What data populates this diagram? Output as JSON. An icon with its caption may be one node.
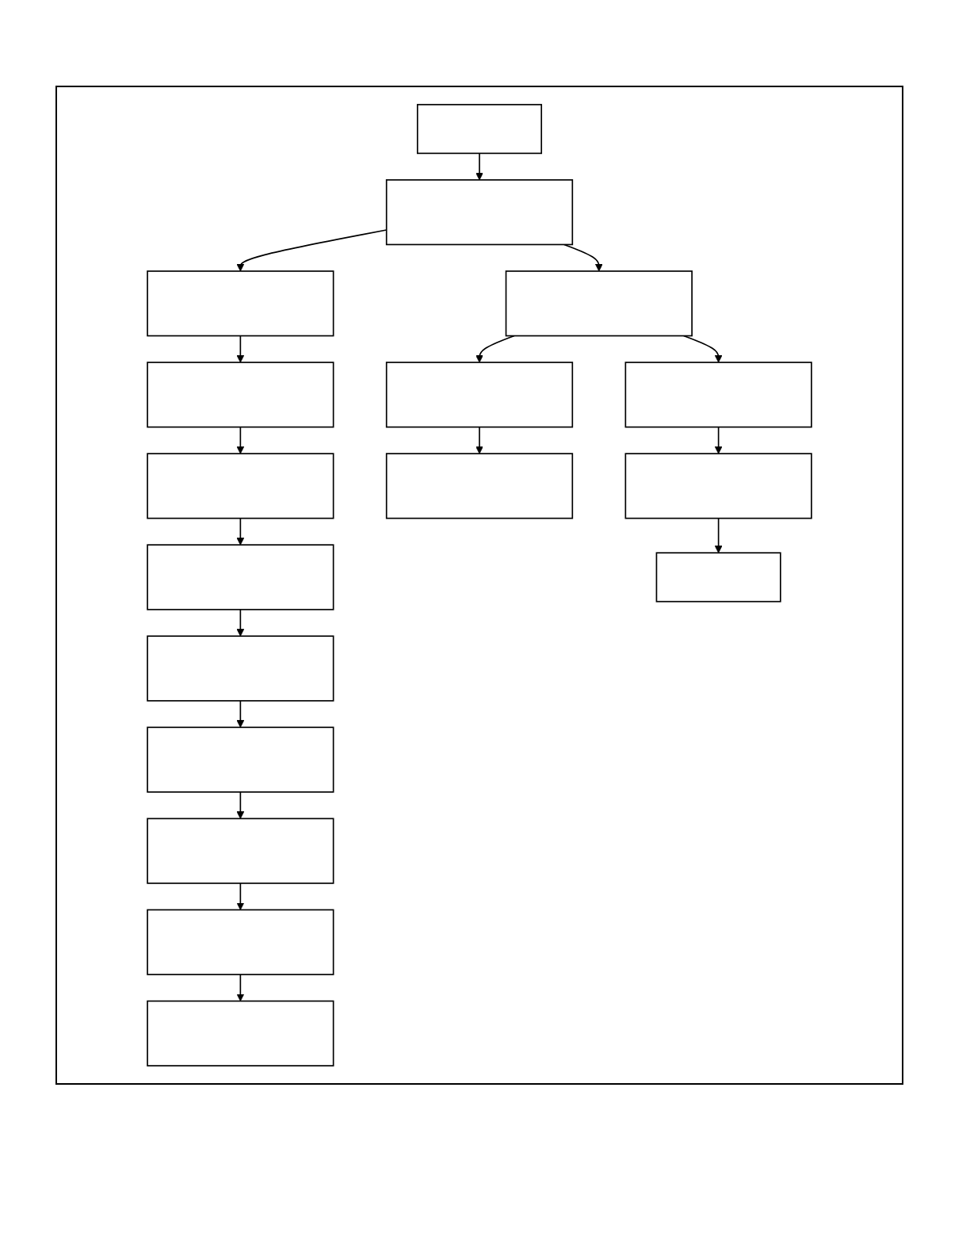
{
  "diagram": {
    "nodes": [
      {
        "text": [],
        "shape": "box"
      },
      {
        "text": [],
        "shape": "box"
      },
      {
        "text": [],
        "shape": "box"
      },
      {
        "text": [],
        "shape": "box"
      },
      {
        "text": [],
        "shape": "box"
      },
      {
        "text": [],
        "shape": "box"
      },
      {
        "text": [],
        "shape": "box"
      },
      {
        "text": [],
        "shape": "box"
      },
      {
        "text": [],
        "shape": "box"
      },
      {
        "text": [],
        "shape": "box"
      },
      {
        "text": [],
        "shape": "box"
      },
      {
        "text": [],
        "shape": "box"
      },
      {
        "text": [],
        "shape": "box"
      },
      {
        "text": [],
        "shape": "box"
      },
      {
        "text": [],
        "shape": "box"
      },
      {
        "text": [],
        "shape": "box"
      },
      {
        "text": [],
        "shape": "box"
      }
    ],
    "edges": [
      {
        "from": 0,
        "to": 1,
        "arrow": "to"
      },
      {
        "from": 1,
        "to": 2,
        "arrow": "to"
      },
      {
        "from": 2,
        "to": 3,
        "arrow": "to"
      },
      {
        "from": 3,
        "to": 4,
        "arrow": "to"
      },
      {
        "from": 4,
        "to": 5,
        "arrow": "to"
      },
      {
        "from": 5,
        "to": 6,
        "arrow": "to"
      },
      {
        "from": 6,
        "to": 7,
        "arrow": "to"
      },
      {
        "from": 7,
        "to": 8,
        "arrow": "to"
      },
      {
        "from": 8,
        "to": 9,
        "arrow": "to"
      },
      {
        "from": 9,
        "to": 10,
        "arrow": "to"
      },
      {
        "from": 1,
        "to": 11,
        "arrow": "to"
      },
      {
        "from": 11,
        "to": 12,
        "arrow": "to"
      },
      {
        "from": 12,
        "to": 14,
        "arrow": "to"
      },
      {
        "from": 11,
        "to": 13,
        "arrow": "to"
      },
      {
        "from": 13,
        "to": 15,
        "arrow": "to"
      },
      {
        "from": 15,
        "to": 16,
        "arrow": "to"
      }
    ]
  }
}
